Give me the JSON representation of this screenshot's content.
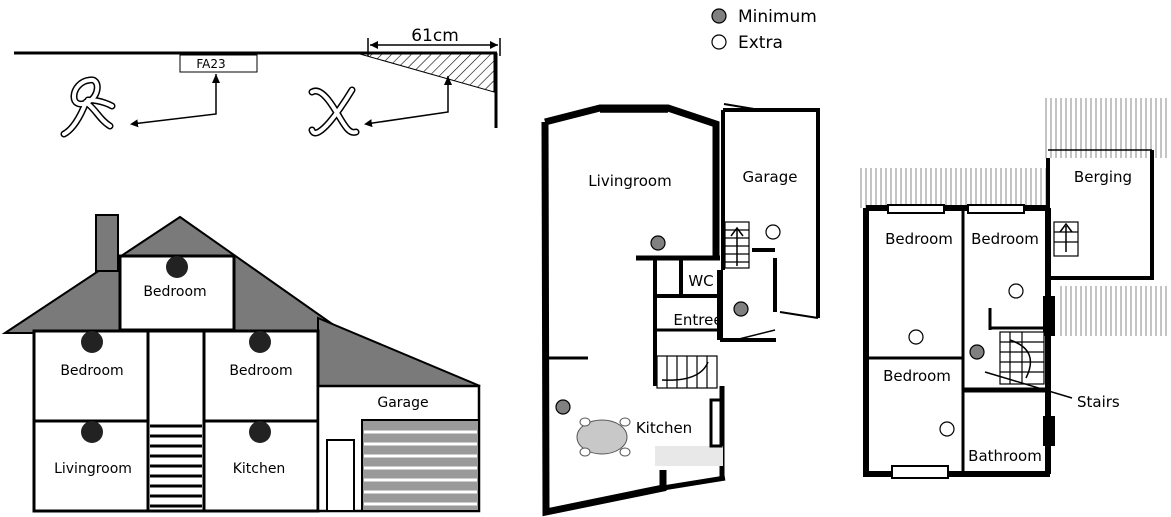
{
  "legend": {
    "minimum_label": "Minimum",
    "extra_label": "Extra",
    "minimum_color": "#808080",
    "extra_color": "#ffffff"
  },
  "ceiling_detail": {
    "distance_label": "61cm",
    "fixture_code": "FA23",
    "ok_symbol": "check-mark-icon",
    "bad_symbol": "cross-mark-icon"
  },
  "house_section": {
    "rooms": {
      "attic": "Bedroom",
      "bedroom_left": "Bedroom",
      "bedroom_right": "Bedroom",
      "livingroom": "Livingroom",
      "kitchen": "Kitchen",
      "garage": "Garage"
    },
    "detector_color": "#222222",
    "roof_color": "#7a7a7a"
  },
  "ground_floor": {
    "rooms": {
      "livingroom": "Livingroom",
      "garage": "Garage",
      "wc": "WC",
      "entree": "Entree",
      "kitchen": "Kitchen"
    }
  },
  "first_floor": {
    "rooms": {
      "bedroom_1": "Bedroom",
      "bedroom_2": "Bedroom",
      "bedroom_3": "Bedroom",
      "berging": "Berging",
      "bathroom": "Bathroom"
    },
    "stairs_label": "Stairs"
  }
}
